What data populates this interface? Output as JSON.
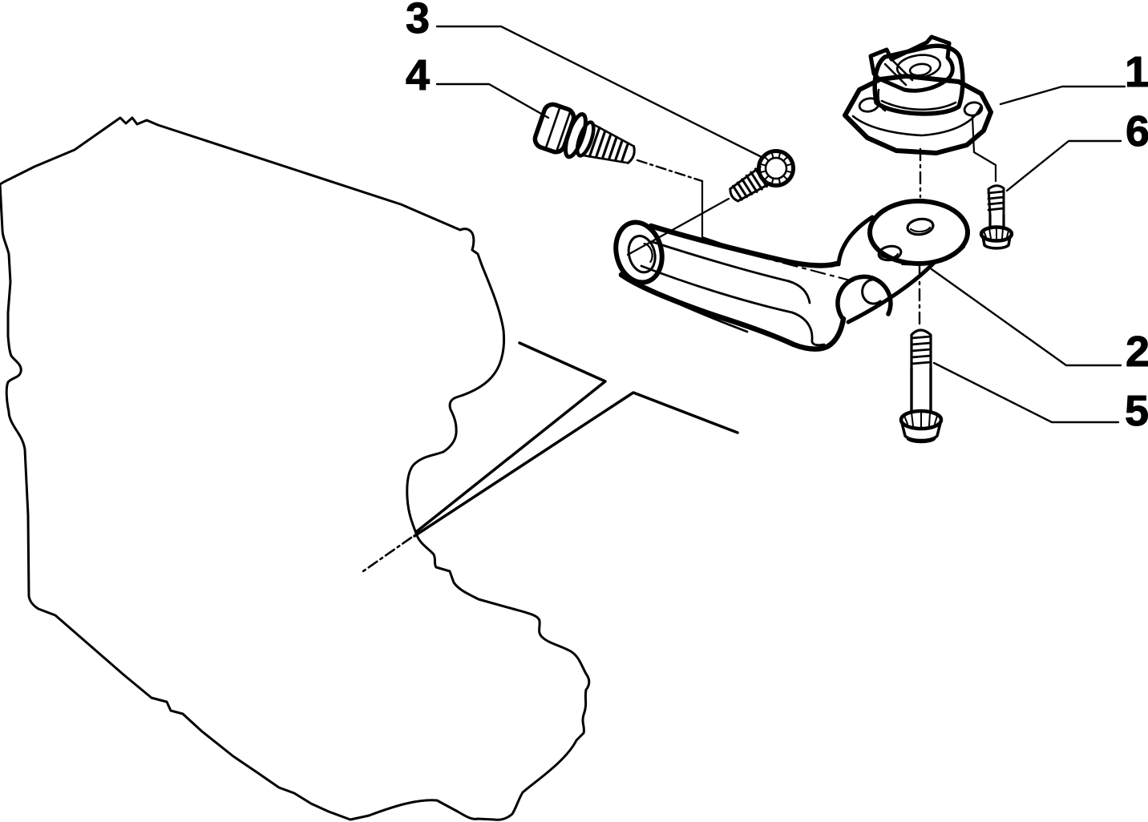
{
  "diagram": {
    "background": "#ffffff",
    "line_color": "#000000",
    "parts": [
      {
        "callout": "1",
        "name": "engine-mount"
      },
      {
        "callout": "2",
        "name": "support-bracket"
      },
      {
        "callout": "3",
        "name": "short-flanged-bolt"
      },
      {
        "callout": "4",
        "name": "threaded-stud"
      },
      {
        "callout": "5",
        "name": "long-flanged-bolt"
      },
      {
        "callout": "6",
        "name": "small-flanged-bolt"
      }
    ]
  },
  "callouts": [
    {
      "label": "1"
    },
    {
      "label": "2"
    },
    {
      "label": "3"
    },
    {
      "label": "4"
    },
    {
      "label": "5"
    },
    {
      "label": "6"
    }
  ]
}
